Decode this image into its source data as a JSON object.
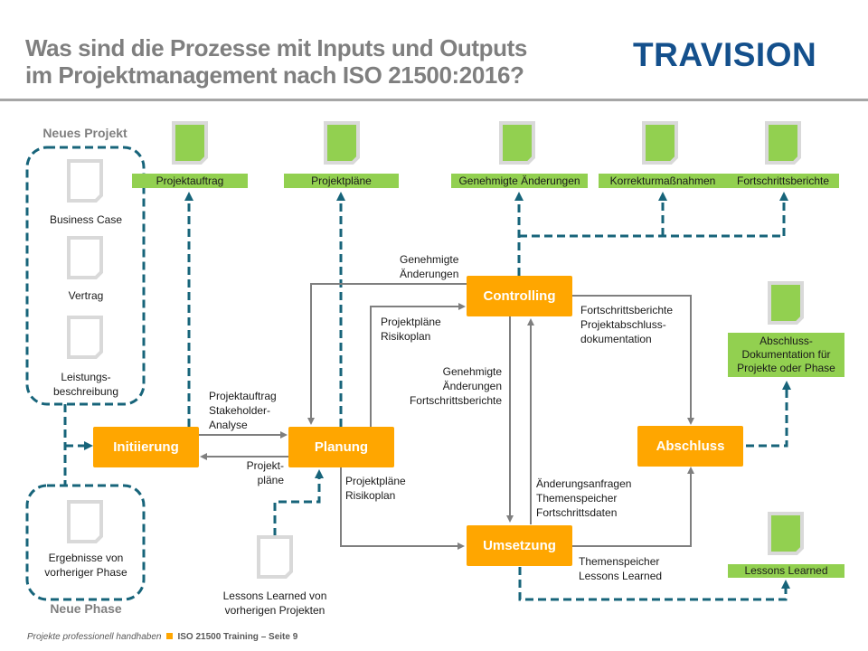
{
  "header": {
    "title_line1": "Was sind die Prozesse mit Inputs und Outputs",
    "title_line2": "im Projektmanagement nach ISO 21500:2016?",
    "logo": "TRAVISION"
  },
  "input_groups": {
    "new_project": {
      "label": "Neues Projekt",
      "documents": [
        "Business Case",
        "Vertrag",
        "Leistungs-\nbeschreibung"
      ]
    },
    "new_phase": {
      "label": "Neue Phase",
      "documents": [
        "Ergebnisse von\nvorheriger Phase"
      ]
    }
  },
  "processes": {
    "initiierung": "Initiierung",
    "planung": "Planung",
    "controlling": "Controlling",
    "umsetzung": "Umsetzung",
    "abschluss": "Abschluss"
  },
  "outputs": {
    "projektauftrag": "Projektauftrag",
    "projektplaene": "Projektpläne",
    "genehmigte_aenderungen": "Genehmigte  Änderungen",
    "korrekturmassnahmen": "Korrekturmaßnahmen",
    "fortschrittsberichte": "Fortschrittsberichte",
    "abschluss_doku": "Abschluss-\nDokumentation für\nProjekte oder Phase",
    "lessons_learned": "Lessons Learned"
  },
  "flow_labels": {
    "init_to_plan": "Projektauftrag\nStakeholder-\nAnalyse",
    "plan_to_init": "Projekt-\npläne",
    "ctrl_to_plan": "Genehmigte\nÄnderungen",
    "plan_to_ctrl": "Projektpläne\nRisikoplan",
    "ctrl_to_ums": "Genehmigte\nÄnderungen\nFortschrittsberichte",
    "ctrl_to_abs": "Fortschrittsberichte\nProjektabschluss-\ndokumentation",
    "plan_to_ums": "Projektpläne\nRisikoplan",
    "ums_to_ctrl": "Änderungsanfragen\nThemenspeicher\nFortschrittsdaten",
    "ums_to_abs": "Themenspeicher\nLessons Learned"
  },
  "lessons_input": "Lessons Learned von\nvorherigen  Projekten",
  "footer": {
    "left": "Projekte professionell handhaben",
    "right": "ISO 21500 Training – Seite 9"
  },
  "colors": {
    "process": "#ffa600",
    "output": "#92d050",
    "dashed": "#17647a",
    "arrow": "#7f7f7f",
    "logo": "#14508c"
  }
}
